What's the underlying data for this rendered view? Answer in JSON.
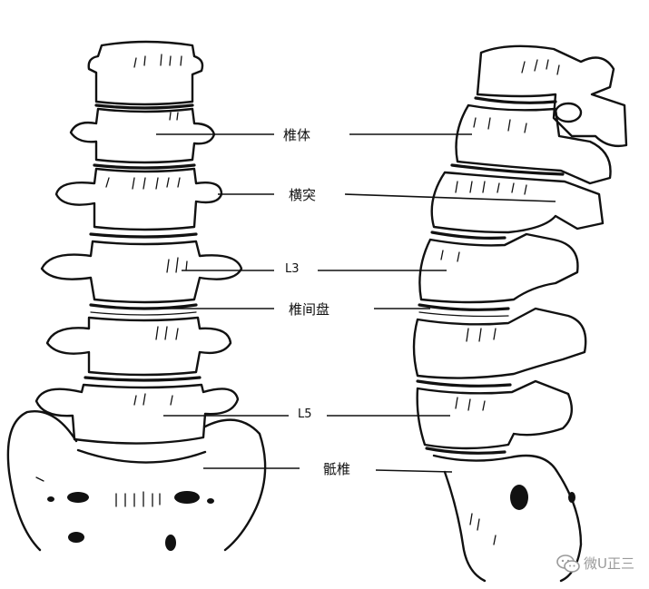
{
  "labels": {
    "vertebral_body": "椎体",
    "transverse_process": "横突",
    "l3": "L3",
    "intervertebral_disc": "椎间盘",
    "l5": "L5",
    "sacrum": "骶椎"
  },
  "watermark": {
    "text": "微U正三",
    "icon": "wechat-icon"
  },
  "colors": {
    "line": "#111111",
    "background": "#ffffff",
    "watermark": "#9a9a9a"
  }
}
